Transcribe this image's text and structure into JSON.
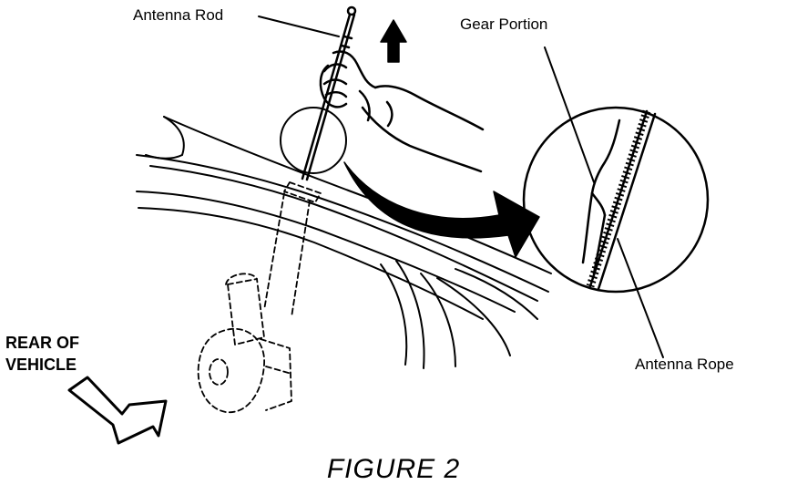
{
  "labels": {
    "antenna_rod": "Antenna Rod",
    "gear_portion": "Gear Portion",
    "antenna_rope": "Antenna Rope",
    "rear_of_vehicle": "REAR OF\nVEHICLE"
  },
  "caption": "FIGURE 2",
  "colors": {
    "ink": "#000000",
    "paper": "#ffffff"
  },
  "icons": {
    "pull_direction": "up-arrow-icon",
    "detail_pointer": "curved-arrow-icon",
    "rear_direction": "outline-arrow-icon"
  }
}
